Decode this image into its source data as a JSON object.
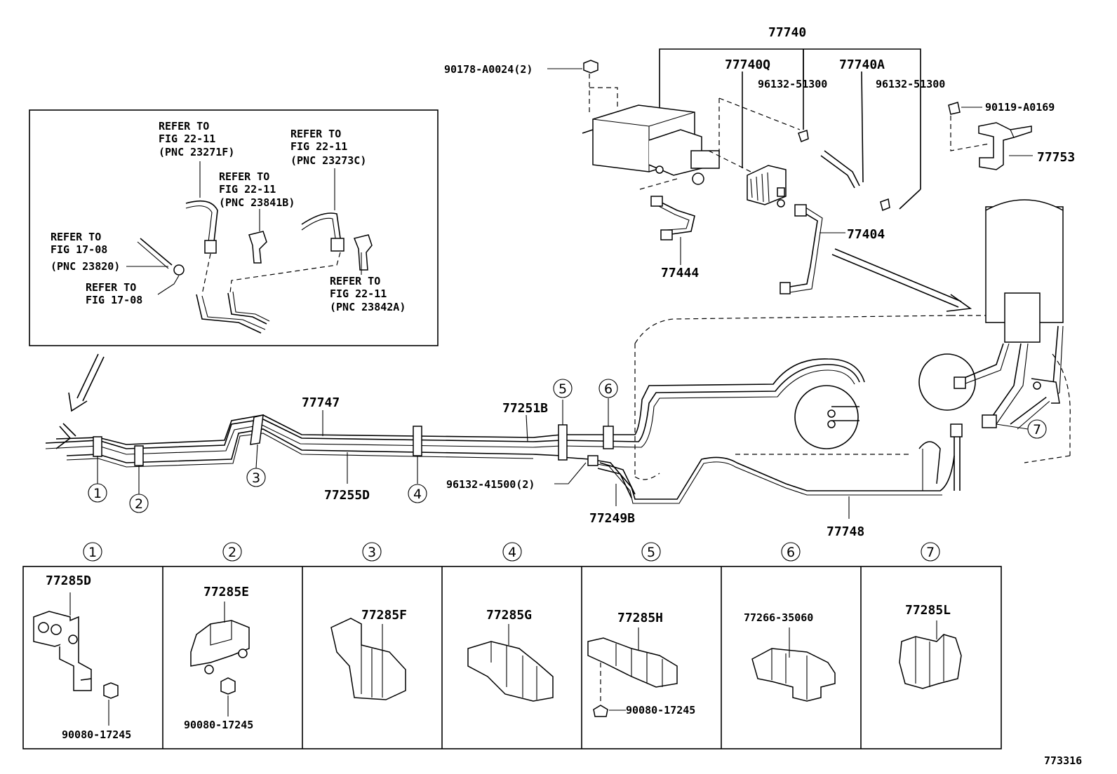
{
  "diagram_id": "773316",
  "callouts": {
    "assembly": "77740",
    "canister_valve": "77740Q",
    "canister_pipe": "77740A",
    "clip_a": "96132-51300",
    "clip_b": "96132-51300",
    "nut_top": "90178-A0024(2)",
    "bolt_right": "90119-A0169",
    "bracket_right": "77753",
    "tube_77404": "77404",
    "hose_77444": "77444",
    "tube_77747": "77747",
    "tube_77255D": "77255D",
    "tube_77251B": "77251B",
    "clip_lower": "96132-41500(2)",
    "hose_77249B": "77249B",
    "tube_77748": "77748"
  },
  "inset": {
    "ref1": [
      "REFER TO",
      "FIG 22-11",
      "(PNC 23271F)"
    ],
    "ref2": [
      "REFER TO",
      "FIG 22-11",
      "(PNC 23841B)"
    ],
    "ref3": [
      "REFER TO",
      "FIG 22-11",
      "(PNC 23273C)"
    ],
    "ref4": [
      "REFER TO",
      "FIG 17-08",
      "(PNC 23820)"
    ],
    "ref5": [
      "REFER TO",
      "FIG 17-08"
    ],
    "ref6": [
      "REFER TO",
      "FIG 22-11",
      "(PNC 23842A)"
    ]
  },
  "markers": [
    "1",
    "2",
    "3",
    "4",
    "5",
    "6",
    "7"
  ],
  "panels": [
    {
      "num": "1",
      "part": "77285D",
      "extra": "90080-17245"
    },
    {
      "num": "2",
      "part": "77285E",
      "extra": "90080-17245"
    },
    {
      "num": "3",
      "part": "77285F",
      "extra": ""
    },
    {
      "num": "4",
      "part": "77285G",
      "extra": ""
    },
    {
      "num": "5",
      "part": "77285H",
      "extra": "90080-17245"
    },
    {
      "num": "6",
      "part": "77266-35060",
      "extra": ""
    },
    {
      "num": "7",
      "part": "77285L",
      "extra": ""
    }
  ]
}
